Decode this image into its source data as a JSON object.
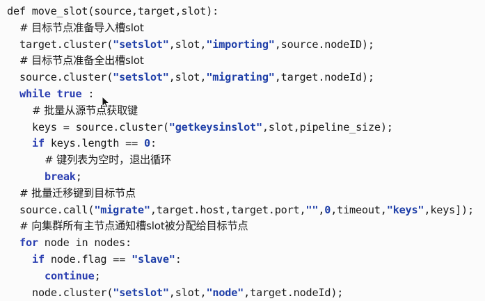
{
  "editor": {
    "lines": [
      {
        "indent": 0,
        "tokens": [
          [
            "kw-plain",
            "def move_slot(source,target,slot):"
          ]
        ]
      },
      {
        "indent": 1,
        "tokens": [
          [
            "cm",
            "# 目标节点准备导入槽slot"
          ]
        ]
      },
      {
        "indent": 1,
        "tokens": [
          [
            "plain",
            "target.cluster("
          ],
          [
            "str",
            "\"setslot\""
          ],
          [
            "plain",
            ",slot,"
          ],
          [
            "str",
            "\"importing\""
          ],
          [
            "plain",
            ",source.nodeID);"
          ]
        ]
      },
      {
        "indent": 1,
        "tokens": [
          [
            "cm",
            "# 目标节点准备全出槽slot"
          ]
        ]
      },
      {
        "indent": 1,
        "tokens": [
          [
            "plain",
            "source.cluster("
          ],
          [
            "str",
            "\"setslot\""
          ],
          [
            "plain",
            ",slot,"
          ],
          [
            "str",
            "\"migrating\""
          ],
          [
            "plain",
            ",target.nodeId);"
          ]
        ]
      },
      {
        "indent": 1,
        "tokens": [
          [
            "kw",
            "while"
          ],
          [
            "plain",
            " "
          ],
          [
            "kw",
            "true"
          ],
          [
            "plain",
            " :"
          ]
        ]
      },
      {
        "indent": 2,
        "tokens": [
          [
            "cm",
            "# 批量从源节点获取键"
          ]
        ]
      },
      {
        "indent": 2,
        "tokens": [
          [
            "plain",
            "keys = source.cluster("
          ],
          [
            "str",
            "\"getkeysinslot\""
          ],
          [
            "plain",
            ",slot,pipeline_size);"
          ]
        ]
      },
      {
        "indent": 2,
        "tokens": [
          [
            "kw",
            "if"
          ],
          [
            "plain",
            " keys.length == "
          ],
          [
            "num",
            "0"
          ],
          [
            "plain",
            ":"
          ]
        ]
      },
      {
        "indent": 3,
        "tokens": [
          [
            "cm",
            "# 键列表为空时，退出循环"
          ]
        ]
      },
      {
        "indent": 3,
        "tokens": [
          [
            "kw",
            "break"
          ],
          [
            "plain",
            ";"
          ]
        ]
      },
      {
        "indent": 1,
        "tokens": [
          [
            "cm",
            "# 批量迁移键到目标节点"
          ]
        ]
      },
      {
        "indent": 1,
        "tokens": [
          [
            "plain",
            "source.call("
          ],
          [
            "str",
            "\"migrate\""
          ],
          [
            "plain",
            ",target.host,target.port,"
          ],
          [
            "str",
            "\"\""
          ],
          [
            "plain",
            ","
          ],
          [
            "num",
            "0"
          ],
          [
            "plain",
            ",timeout,"
          ],
          [
            "str",
            "\"keys\""
          ],
          [
            "plain",
            ",keys]);"
          ]
        ]
      },
      {
        "indent": 1,
        "tokens": [
          [
            "cm",
            "# 向集群所有主节点通知槽slot被分配给目标节点"
          ]
        ]
      },
      {
        "indent": 1,
        "tokens": [
          [
            "kw",
            "for"
          ],
          [
            "plain",
            " node in nodes:"
          ]
        ]
      },
      {
        "indent": 2,
        "tokens": [
          [
            "kw",
            "if"
          ],
          [
            "plain",
            " node.flag == "
          ],
          [
            "str",
            "\"slave\""
          ],
          [
            "plain",
            ":"
          ]
        ]
      },
      {
        "indent": 3,
        "tokens": [
          [
            "kw",
            "continue"
          ],
          [
            "plain",
            ";"
          ]
        ]
      },
      {
        "indent": 2,
        "tokens": [
          [
            "plain",
            "node.cluster("
          ],
          [
            "str",
            "\"setslot\""
          ],
          [
            "plain",
            ",slot,"
          ],
          [
            "str",
            "\"node\""
          ],
          [
            "plain",
            ",target.nodeId);"
          ]
        ]
      }
    ]
  },
  "cursor": {
    "icon": "arrow-cursor-icon"
  }
}
